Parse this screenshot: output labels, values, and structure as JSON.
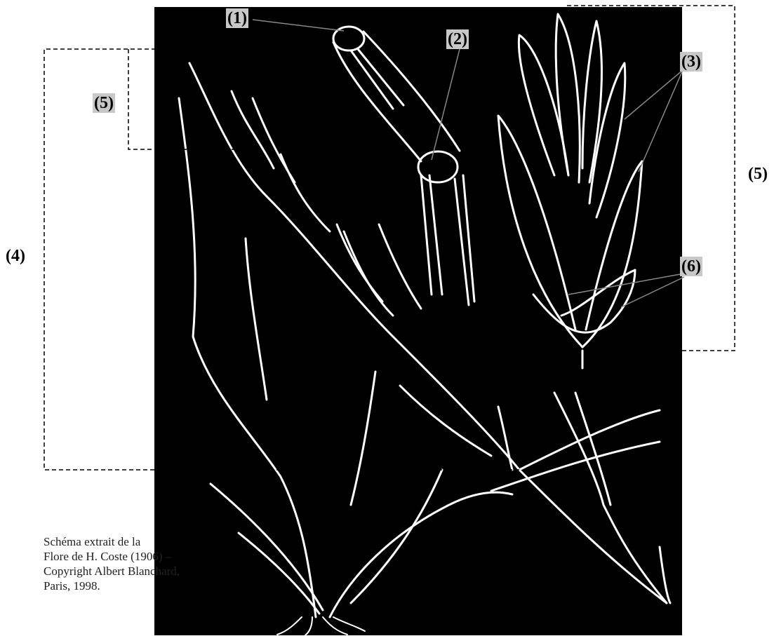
{
  "figure": {
    "background": "#000000",
    "line_color": "#ffffff",
    "label_bg": "#c8c8c8",
    "labels": {
      "l1": "(1)",
      "l2": "(2)",
      "l3": "(3)",
      "l4": "(4)",
      "l5_left": "(5)",
      "l5_right": "(5)",
      "l6": "(6)"
    },
    "credit_lines": [
      "Schéma extrait de la",
      "Flore de H. Coste (1906) –",
      "Copyright Albert Blanchard,",
      "Paris, 1998."
    ]
  }
}
